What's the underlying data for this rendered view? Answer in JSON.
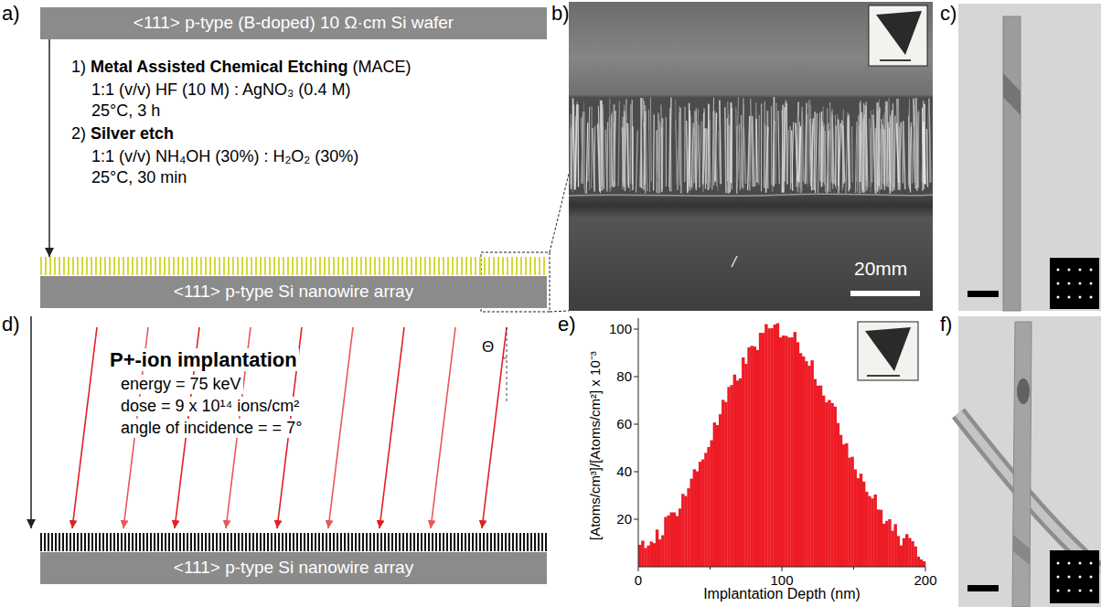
{
  "diagram": {
    "nodes": [
      {
        "text": [
          "<111> p-type (B-doped) 10 Ω·cm Si wafer"
        ]
      },
      {
        "text": [
          "<111> p-type Si nanowire array"
        ]
      },
      {
        "text": [
          "<111> p-type Si nanowire array"
        ]
      }
    ],
    "edges": [
      {
        "from": 0,
        "to": 1,
        "arrow": "to"
      }
    ],
    "labels": [
      "a)",
      "1)",
      "Metal Assisted Chemical Etching",
      "(MACE)",
      "1:1 (v/v) HF (10 M) : AgNO₃ (0.4 M)",
      "25°C, 3 h",
      "2)",
      "Silver etch",
      "1:1 (v/v) NH₄OH (30%) : H₂O₂ (30%)",
      "25°C, 30 min",
      "b)",
      "20mm",
      "c)",
      "d)",
      "P+-ion implantation",
      "energy = 75 keV",
      "dose = 9 x 10¹⁴ ions/cm²",
      "angle of incidence = = 7°",
      "Θ",
      "e)",
      "[Atoms/cm³]/[Atoms/cm²] x 10⁻³",
      "100",
      "80",
      "60",
      "40",
      "20",
      "0",
      "100",
      "200",
      "Implantation Depth (nm)",
      "f)"
    ]
  }
}
